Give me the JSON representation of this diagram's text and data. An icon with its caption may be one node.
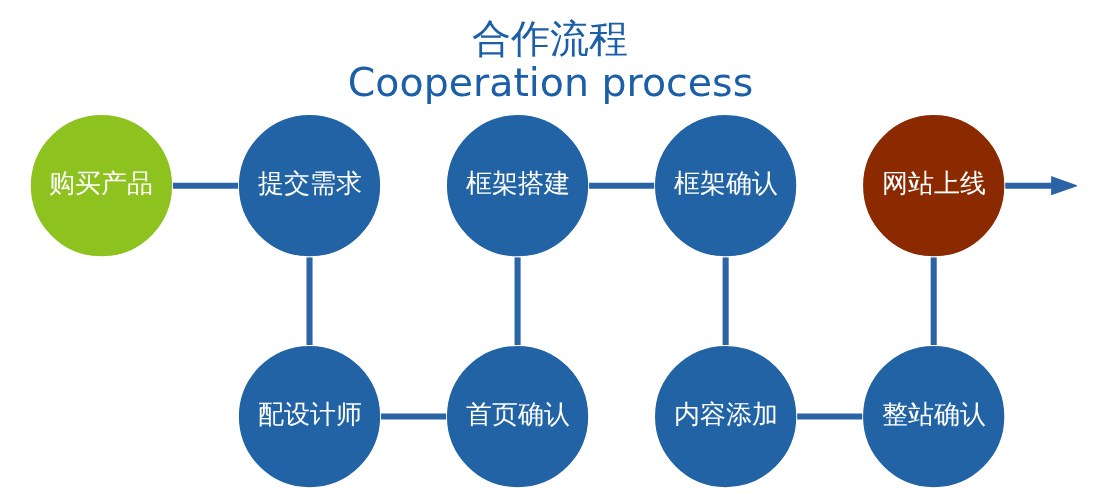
{
  "diagram": {
    "title": "合作流程",
    "caption": "Cooperation process",
    "nodes": [
      {
        "text": [
          "购买产品"
        ]
      },
      {
        "text": [
          "提交需求"
        ]
      },
      {
        "text": [
          "配设计师"
        ]
      },
      {
        "text": [
          "首页确认"
        ]
      },
      {
        "text": [
          "框架搭建"
        ]
      },
      {
        "text": [
          "框架确认"
        ]
      },
      {
        "text": [
          "内容添加"
        ]
      },
      {
        "text": [
          "整站确认"
        ]
      },
      {
        "text": [
          "网站上线"
        ]
      }
    ],
    "edges": [
      {
        "from": 0,
        "to": 1,
        "arrow": "none"
      },
      {
        "from": 1,
        "to": 2,
        "arrow": "none"
      },
      {
        "from": 2,
        "to": 3,
        "arrow": "none"
      },
      {
        "from": 3,
        "to": 4,
        "arrow": "none"
      },
      {
        "from": 4,
        "to": 5,
        "arrow": "none"
      },
      {
        "from": 5,
        "to": 6,
        "arrow": "none"
      },
      {
        "from": 6,
        "to": 7,
        "arrow": "none"
      },
      {
        "from": 7,
        "to": 8,
        "arrow": "none"
      },
      {
        "from": 8,
        "to": null,
        "arrow": "to"
      }
    ]
  }
}
